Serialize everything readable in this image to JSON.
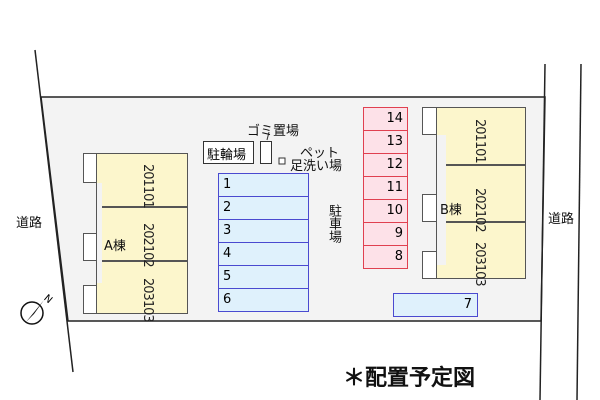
{
  "roads": {
    "left": "道路",
    "right": "道路"
  },
  "building_a": {
    "label": "A棟",
    "units": [
      [
        "201",
        "101"
      ],
      [
        "202",
        "102"
      ],
      [
        "203",
        "103"
      ]
    ]
  },
  "building_b": {
    "label": "B棟",
    "units": [
      [
        "201",
        "101"
      ],
      [
        "202",
        "102"
      ],
      [
        "203",
        "103"
      ]
    ]
  },
  "facilities": {
    "bike": "駐輪場",
    "garbage": "ゴミ置場",
    "pet_line1": "ペット",
    "pet_line2": "足洗い場",
    "parking": "駐車場"
  },
  "parking_left": [
    "1",
    "2",
    "3",
    "4",
    "5",
    "6"
  ],
  "parking_right": [
    "14",
    "13",
    "12",
    "11",
    "10",
    "9",
    "8"
  ],
  "parking_bottom": "7",
  "compass": "N",
  "caption": "＊配置予定図"
}
